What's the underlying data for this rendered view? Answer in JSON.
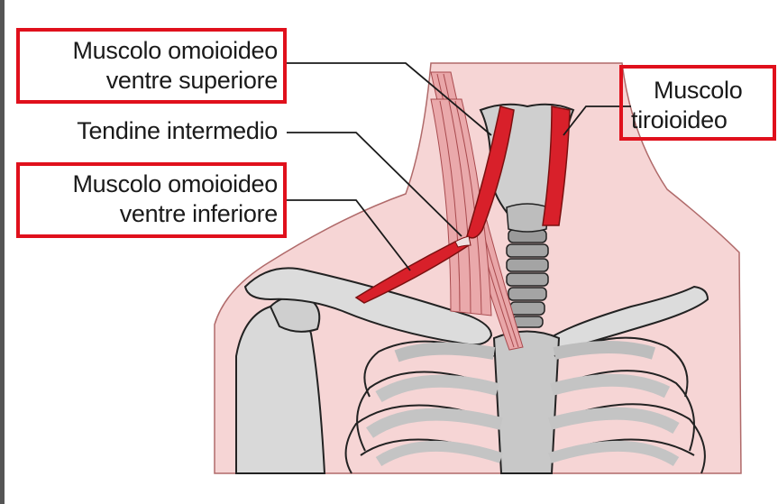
{
  "labels": {
    "omo_sup_line1": "Muscolo omoioideo",
    "omo_sup_line2": "ventre superiore",
    "tendine": "Tendine intermedio",
    "omo_inf_line1": "Muscolo omoioideo",
    "omo_inf_line2": "ventre inferiore",
    "tiro_line1": "Muscolo",
    "tiro_line2": "tiroioideo"
  },
  "colors": {
    "highlight_box": "#e0101c",
    "skin": "#f6d5d5",
    "muscle_red": "#d8202a",
    "muscle_pink": "#e9a6a8",
    "bone": "#d4d4d4",
    "outline": "#222222"
  }
}
